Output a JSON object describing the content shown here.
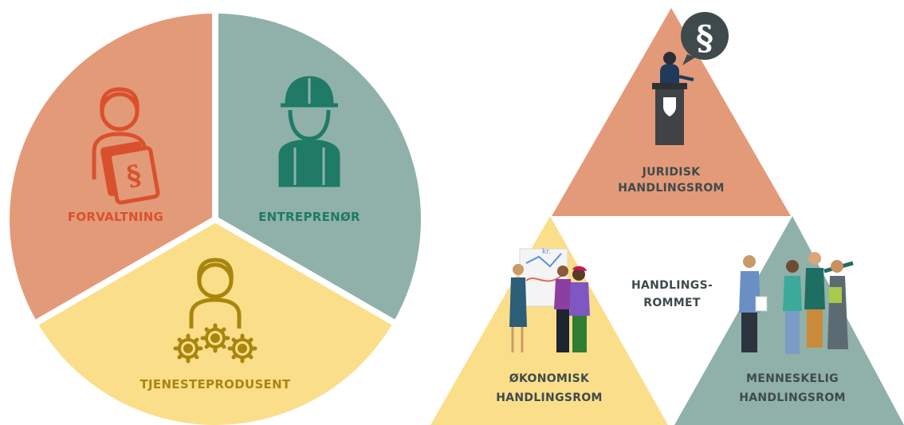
{
  "pie": {
    "segments": [
      {
        "label": "FORVALTNING",
        "icon": "woman-with-law-document-icon",
        "color": "#E39A79",
        "label_color": "#D9512C",
        "icon_color": "#D9512C"
      },
      {
        "label": "ENTREPRENØR",
        "icon": "worker-hardhat-icon",
        "color": "#8FB1A9",
        "label_color": "#1F7A66",
        "icon_color": "#1F7A66"
      },
      {
        "label": "TJENESTEPRODUSENT",
        "icon": "woman-with-gears-icon",
        "color": "#FBDE8A",
        "label_color": "#A8860D",
        "icon_color": "#A8860D"
      }
    ]
  },
  "pyramid": {
    "top": {
      "line1": "JURIDISK",
      "line2": "HANDLINGSROM",
      "color": "#E39A79",
      "icon": "section-sign-icon",
      "icon_glyph": "§"
    },
    "center": {
      "line1": "HANDLINGS-",
      "line2": "ROMMET"
    },
    "left": {
      "line1": "ØKONOMISK",
      "line2": "HANDLINGSROM",
      "color": "#FBDE8A"
    },
    "right": {
      "line1": "MENNESKELIG",
      "line2": "HANDLINGSROM",
      "color": "#8FB1A9"
    },
    "text_color": "#3F4A4C"
  }
}
